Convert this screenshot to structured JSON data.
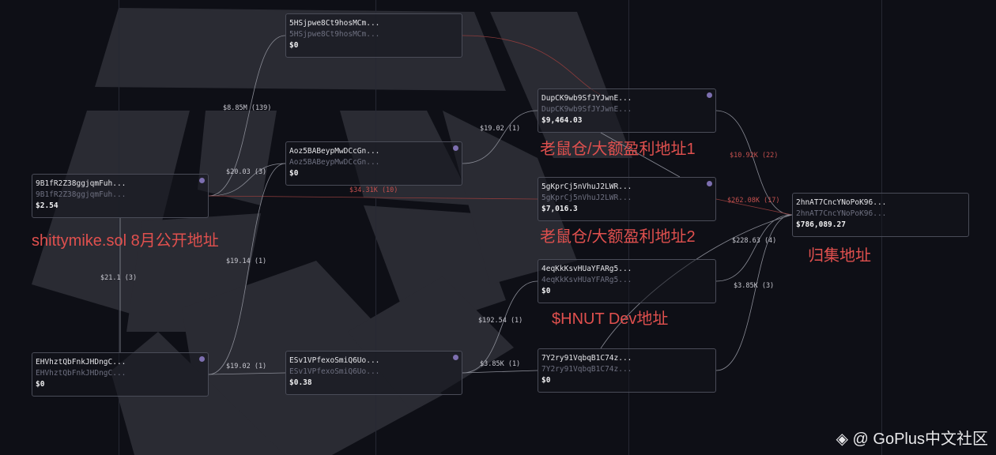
{
  "nodes": [
    {
      "addr": "9B1fR2Z38ggjqmFuh...",
      "label": "9B1fR2Z38ggjqmFuh...",
      "value": "$2.54"
    },
    {
      "addr": "5HSjpwe8Ct9hosMCm...",
      "label": "5HSjpwe8Ct9hosMCm...",
      "value": "$0"
    },
    {
      "addr": "Aoz5BABeypMwDCcGn...",
      "label": "Aoz5BABeypMwDCcGn...",
      "value": "$0"
    },
    {
      "addr": "EHVhztQbFnkJHDngC...",
      "label": "EHVhztQbFnkJHDngC...",
      "value": "$0"
    },
    {
      "addr": "ESv1VPfexoSmiQ6Uo...",
      "label": "ESv1VPfexoSmiQ6Uo...",
      "value": "$0.38"
    },
    {
      "addr": "DupCK9wb9SfJYJwnE...",
      "label": "DupCK9wb9SfJYJwnE...",
      "value": "$9,464.03"
    },
    {
      "addr": "5gKprCj5nVhuJ2LWR...",
      "label": "5gKprCj5nVhuJ2LWR...",
      "value": "$7,016.3"
    },
    {
      "addr": "4eqKkKsvHUaYFARg5...",
      "label": "4eqKkKsvHUaYFARg5...",
      "value": "$0"
    },
    {
      "addr": "7Y2ry91VqbqB1C74z...",
      "label": "7Y2ry91VqbqB1C74z...",
      "value": "$0"
    },
    {
      "addr": "2hnAT7CncYNoPoK96...",
      "label": "2hnAT7CncYNoPoK96...",
      "value": "$786,089.27"
    }
  ],
  "edges": [
    "$8.85M (139)",
    "$20.03 (3)",
    "$34.31K (10)",
    "$19.02 (1)",
    "$10.92K (22)",
    "$262.08K (17)",
    "$228.63 (4)",
    "$3.85K (3)",
    "$21.1 (3)",
    "$19.14 (1)",
    "$19.02 (1)",
    "$192.54 (1)",
    "$3.85K (1)"
  ],
  "annotations": [
    "shittymike.sol 8月公开地址",
    "老鼠仓/大额盈利地址1",
    "老鼠仓/大额盈利地址2",
    "$HNUT Dev地址",
    "归集地址"
  ],
  "watermark": "@ GoPlus中文社区",
  "colors": {
    "background": "#0e0f16",
    "annotation": "#e0504e",
    "highlight_edge": "#c4504e",
    "dot": "#7d6fb0"
  }
}
